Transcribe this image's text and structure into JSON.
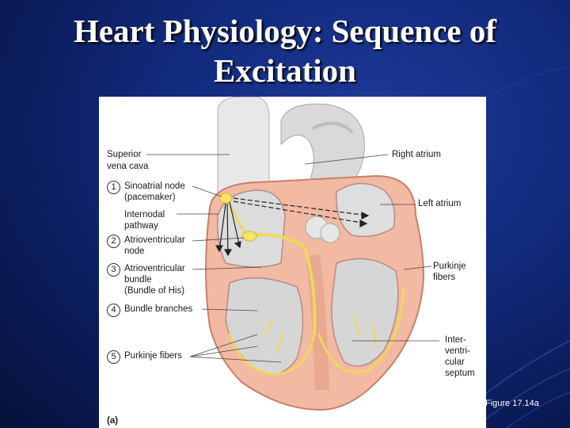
{
  "slide": {
    "title_line1": "Heart Physiology: Sequence of",
    "title_line2": "Excitation",
    "caption": "Figure 17.14a",
    "colors": {
      "background": "#122a7c",
      "title": "#ffffff",
      "conduction": "#f3e27a",
      "myocardium": "#f2b9a3"
    }
  },
  "diagram": {
    "panel_label": "(a)",
    "left_labels": {
      "superior_vena_cava_1": "Superior",
      "superior_vena_cava_2": "vena cava",
      "step1_num": "1",
      "step1_line1": "Sinoatrial node",
      "step1_line2": "(pacemaker)",
      "internodal_1": "Internodal",
      "internodal_2": "pathway",
      "step2_num": "2",
      "step2_line1": "Atrioventricular",
      "step2_line2": "node",
      "step3_num": "3",
      "step3_line1": "Atrioventricular",
      "step3_line2": "bundle",
      "step3_line3": "(Bundle of His)",
      "step4_num": "4",
      "step4_line1": "Bundle branches",
      "step5_num": "5",
      "step5_line1": "Purkinje fibers"
    },
    "right_labels": {
      "right_atrium": "Right atrium",
      "left_atrium": "Left atrium",
      "purkinje_1": "Purkinje",
      "purkinje_2": "fibers",
      "septum_1": "Inter-",
      "septum_2": "ventri-",
      "septum_3": "cular",
      "septum_4": "septum"
    }
  }
}
